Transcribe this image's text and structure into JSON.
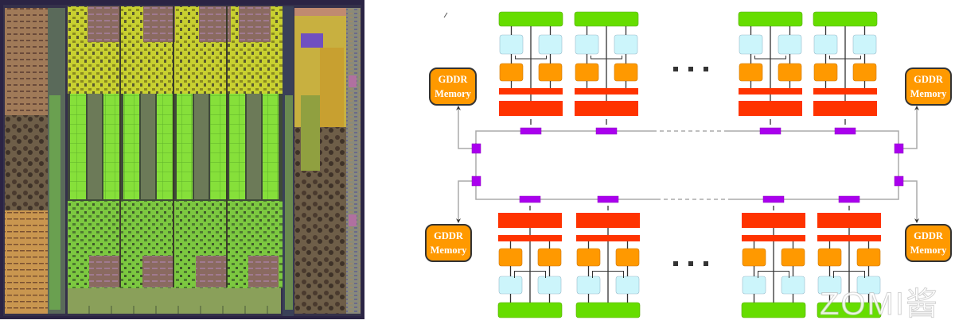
{
  "die_photo": {
    "description": "GPU silicon die micrograph",
    "colors": {
      "background": "#2a2540",
      "compute_green": "#8de03a",
      "logic_yellow": "#d8d43a",
      "io_brown": "#9a7a5a",
      "io_orange": "#c89a5a"
    }
  },
  "diagram": {
    "memory_label_line1": "GDDR",
    "memory_label_line2": "Memory",
    "ellipsis": "...",
    "memory_controllers": [
      {
        "id": "top-left",
        "line1": "GDDR",
        "line2": "Memory"
      },
      {
        "id": "bottom-left",
        "line1": "GDDR",
        "line2": "Memory"
      },
      {
        "id": "top-right",
        "line1": "GDDR",
        "line2": "Memory"
      },
      {
        "id": "bottom-right",
        "line1": "GDDR",
        "line2": "Memory"
      }
    ],
    "sm_rows": [
      {
        "row": "top",
        "count_shown": 4
      },
      {
        "row": "bottom",
        "count_shown": 4
      }
    ],
    "colors": {
      "l1_green": "#66dd00",
      "register_lightblue": "#ccf5fb",
      "core_orange": "#ff9900",
      "cache_red": "#ff3300",
      "router_purple": "#aa00ee",
      "gddr_orange": "#ff9900",
      "link_gray": "#aaaaaa",
      "arrow_dark": "#333333"
    }
  },
  "watermark": {
    "text": "ZOMI酱"
  }
}
